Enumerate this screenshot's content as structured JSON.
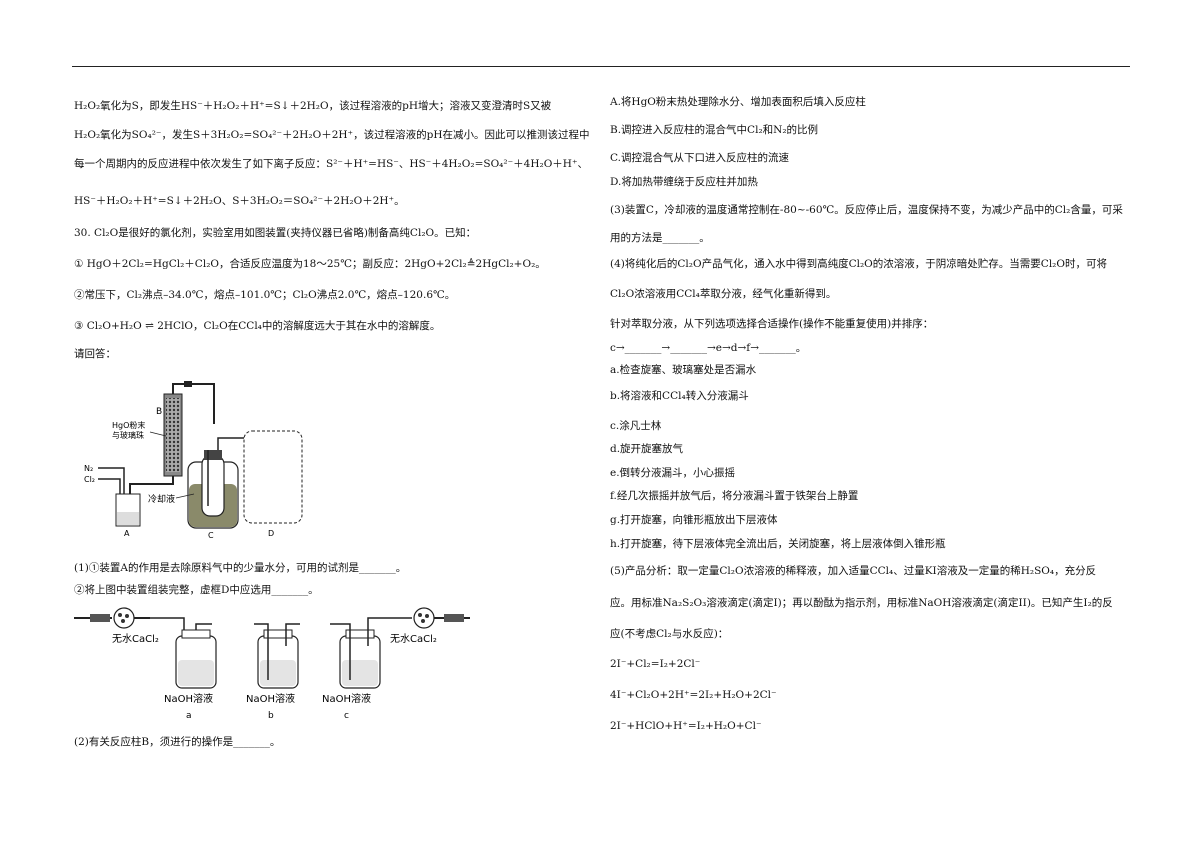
{
  "left": {
    "l1": "H₂O₂氧化为S，即发生HS⁻＋H₂O₂＋H⁺=S↓＋2H₂O，该过程溶液的pH增大；溶液又变澄清时S又被",
    "l2": "H₂O₂氧化为SO₄²⁻，发生S＋3H₂O₂=SO₄²⁻＋2H₂O＋2H⁺，该过程溶液的pH在减小。因此可以推测该过程中",
    "l3": "每一个周期内的反应进程中依次发生了如下离子反应：S²⁻＋H⁺=HS⁻、HS⁻＋4H₂O₂=SO₄²⁻＋4H₂O＋H⁺、",
    "l4": "HS⁻＋H₂O₂＋H⁺=S↓＋2H₂O、S＋3H₂O₂＝SO₄²⁻＋2H₂O＋2H⁺。",
    "q30": "30.  Cl₂O是很好的氯化剂，实验室用如图装置(夹持仪器已省略)制备高纯Cl₂O。已知：",
    "k1": "① HgO＋2Cl₂=HgCl₂＋Cl₂O，合适反应温度为18～25℃；副反应：2HgO+2Cl₂≜2HgCl₂+O₂。",
    "k2": "②常压下，Cl₂沸点–34.0℃，熔点–101.0℃；Cl₂O沸点2.0℃，熔点–120.6℃。",
    "k3": "③ Cl₂O+H₂O ⇌ 2HClO，Cl₂O在CCl₄中的溶解度远大于其在水中的溶解度。",
    "ask": "请回答：",
    "s1": "(1)①装置A的作用是去除原料气中的少量水分，可用的试剂是_______。",
    "s2": "②将上图中装置组装完整，虚框D中应选用_______。",
    "s3": "(2)有关反应柱B，须进行的操作是_______。"
  },
  "fig1": {
    "b": "B",
    "hgo1": "HgO粉末",
    "hgo2": "与玻璃珠",
    "n2": "N₂",
    "cl2": "Cl₂",
    "cool": "冷却液",
    "a": "A",
    "c": "C",
    "d": "D"
  },
  "fig2": {
    "cacl2_a": "无水CaCl₂",
    "cacl2_c": "无水CaCl₂",
    "naoh_a": "NaOH溶液",
    "naoh_b": "NaOH溶液",
    "naoh_c": "NaOH溶液",
    "la": "a",
    "lb": "b",
    "lc": "c"
  },
  "right": {
    "oA": "A.将HgO粉末热处理除水分、增加表面积后填入反应柱",
    "oB": "B.调控进入反应柱的混合气中Cl₂和N₂的比例",
    "oC": "C.调控混合气从下口进入反应柱的流速",
    "oD": "D.将加热带缠绕于反应柱并加热",
    "q3a": "(3)装置C，冷却液的温度通常控制在-80~-60℃。反应停止后，温度保持不变，为减少产品中的Cl₂含量，可采",
    "q3b": "用的方法是_______。",
    "q4a": "(4)将纯化后的Cl₂O产品气化，通入水中得到高纯度Cl₂O的浓溶液，于阴凉暗处贮存。当需要Cl₂O时，可将",
    "q4b": "Cl₂O浓溶液用CCl₄萃取分液，经气化重新得到。",
    "q4c": "针对萃取分液，从下列选项选择合适操作(操作不能重复使用)并排序：",
    "q4d": "c→_______→_______→e→d→f→_______。",
    "sa": "a.检查旋塞、玻璃塞处是否漏水",
    "sb": "b.将溶液和CCl₄转入分液漏斗",
    "sc": "c.涂凡士林",
    "sd": "d.旋开旋塞放气",
    "se": "e.倒转分液漏斗，小心振摇",
    "sf": "f.经几次振摇并放气后，将分液漏斗置于铁架台上静置",
    "sg": "g.打开旋塞，向锥形瓶放出下层液体",
    "sh": "h.打开旋塞，待下层液体完全流出后，关闭旋塞，将上层液体倒入锥形瓶",
    "q5a": "(5)产品分析：取一定量Cl₂O浓溶液的稀释液，加入适量CCl₄、过量KI溶液及一定量的稀H₂SO₄，充分反",
    "q5b": "应。用标准Na₂S₂O₃溶液滴定(滴定I)；再以酚酞为指示剂，用标准NaOH溶液滴定(滴定II)。已知产生I₂的反",
    "q5c": "应(不考虑Cl₂与水反应)：",
    "e1": "2I⁻+Cl₂=I₂+2Cl⁻",
    "e2": "4I⁻+Cl₂O+2H⁺=2I₂+H₂O+2Cl⁻",
    "e3": "2I⁻+HClO+H⁺=I₂+H₂O+Cl⁻"
  }
}
